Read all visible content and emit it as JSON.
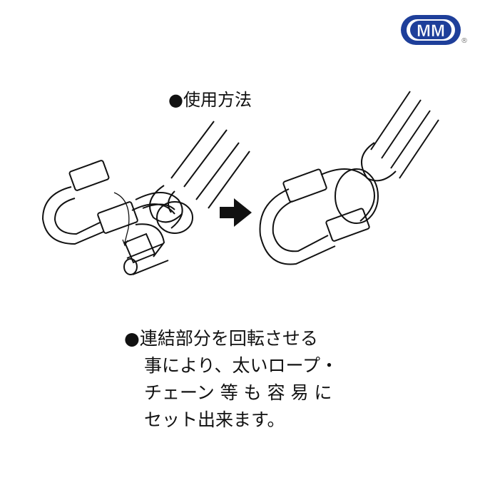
{
  "logo": {
    "text": "MM",
    "registered": "®",
    "color": "#1e3f9a"
  },
  "title": "●使用方法",
  "description": {
    "lines": [
      "●連結部分を回転させる",
      "事により、太いロープ・",
      "チェーン 等 も 容 易 に",
      "セット出来ます。"
    ]
  },
  "icons": {
    "arrow": "right-arrow-icon"
  }
}
